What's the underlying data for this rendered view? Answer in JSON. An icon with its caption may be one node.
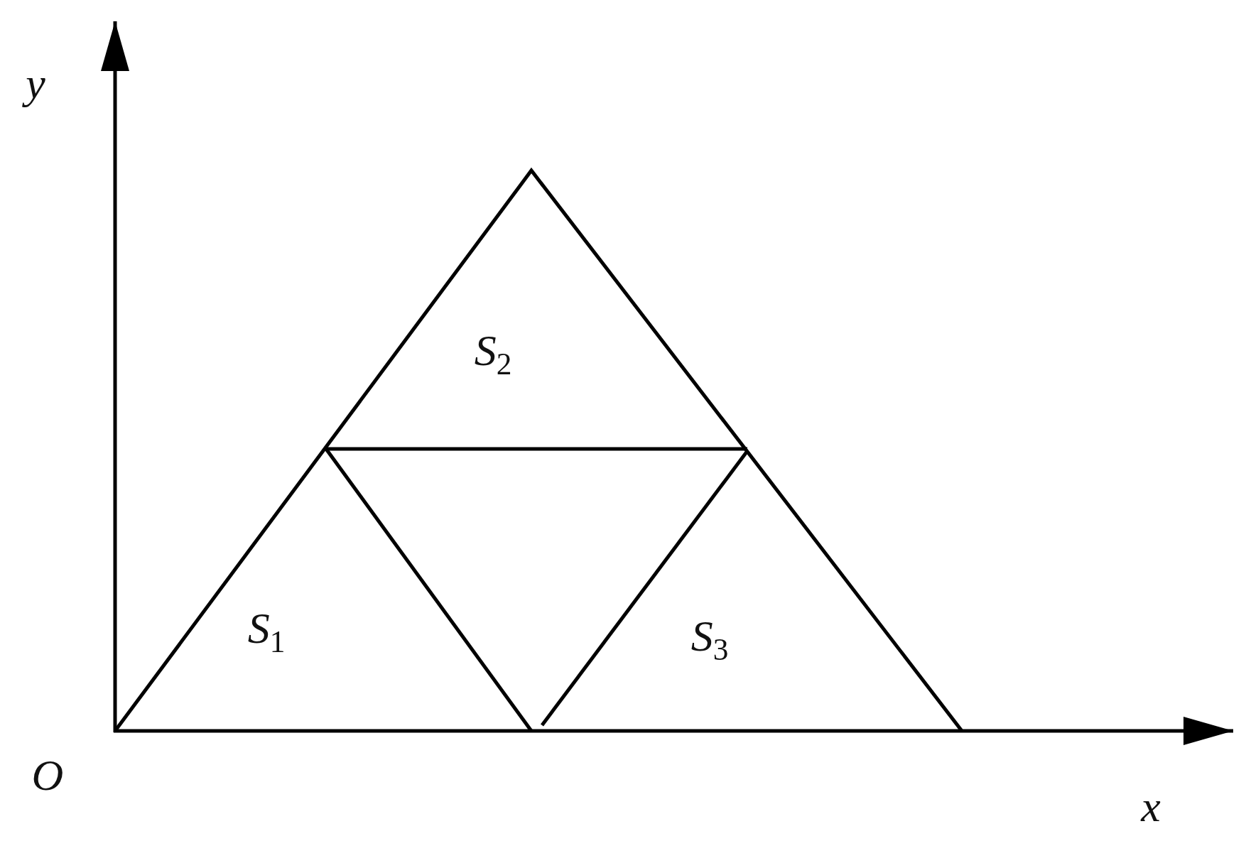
{
  "diagram": {
    "labels": [
      "y",
      "*S*$_{2}$",
      "*S*$_{1}$",
      "*S*$_{3}$",
      "O",
      "x"
    ]
  }
}
